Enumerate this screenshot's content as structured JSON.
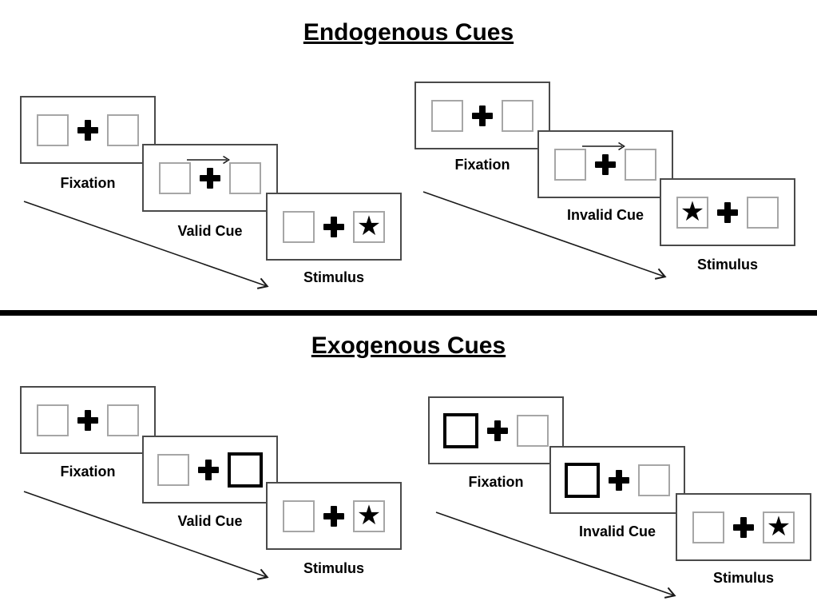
{
  "symbols": {
    "fixation_cross": "+",
    "cue_arrow": "→",
    "target_star": "★"
  },
  "colors": {
    "background": "#ffffff",
    "panel_border": "#4a4a4a",
    "box_border": "#a6a6a6",
    "bold_box_border": "#000000",
    "ink": "#1a1a1a",
    "divider": "#000000"
  },
  "sections": [
    {
      "id": "endogenous",
      "title": "Endogenous Cues",
      "trials": [
        {
          "id": "endo-valid",
          "panels": [
            {
              "label": "Fixation",
              "left_style": "normal",
              "left_symbol": "",
              "right_style": "normal",
              "right_symbol": "",
              "top_arrow": false
            },
            {
              "label": "Valid Cue",
              "left_style": "normal",
              "left_symbol": "",
              "right_style": "normal",
              "right_symbol": "",
              "top_arrow": true
            },
            {
              "label": "Stimulus",
              "left_style": "normal",
              "left_symbol": "",
              "right_style": "normal",
              "right_symbol": "★",
              "top_arrow": false
            }
          ]
        },
        {
          "id": "endo-invalid",
          "panels": [
            {
              "label": "Fixation",
              "left_style": "normal",
              "left_symbol": "",
              "right_style": "normal",
              "right_symbol": "",
              "top_arrow": false
            },
            {
              "label": "Invalid Cue",
              "left_style": "normal",
              "left_symbol": "",
              "right_style": "normal",
              "right_symbol": "",
              "top_arrow": true
            },
            {
              "label": "Stimulus",
              "left_style": "normal",
              "left_symbol": "★",
              "right_style": "normal",
              "right_symbol": "",
              "top_arrow": false
            }
          ]
        }
      ]
    },
    {
      "id": "exogenous",
      "title": "Exogenous Cues",
      "trials": [
        {
          "id": "exo-valid",
          "panels": [
            {
              "label": "Fixation",
              "left_style": "normal",
              "left_symbol": "",
              "right_style": "normal",
              "right_symbol": "",
              "top_arrow": false
            },
            {
              "label": "Valid Cue",
              "left_style": "normal",
              "left_symbol": "",
              "right_style": "bold",
              "right_symbol": "",
              "top_arrow": false
            },
            {
              "label": "Stimulus",
              "left_style": "normal",
              "left_symbol": "",
              "right_style": "normal",
              "right_symbol": "★",
              "top_arrow": false
            }
          ]
        },
        {
          "id": "exo-invalid",
          "panels": [
            {
              "label": "Fixation",
              "left_style": "bold",
              "left_symbol": "",
              "right_style": "normal",
              "right_symbol": "",
              "top_arrow": false
            },
            {
              "label": "Invalid Cue",
              "left_style": "bold",
              "left_symbol": "",
              "right_style": "normal",
              "right_symbol": "",
              "top_arrow": false
            },
            {
              "label": "Stimulus",
              "left_style": "normal",
              "left_symbol": "",
              "right_style": "normal",
              "right_symbol": "★",
              "top_arrow": false
            }
          ]
        }
      ]
    }
  ]
}
